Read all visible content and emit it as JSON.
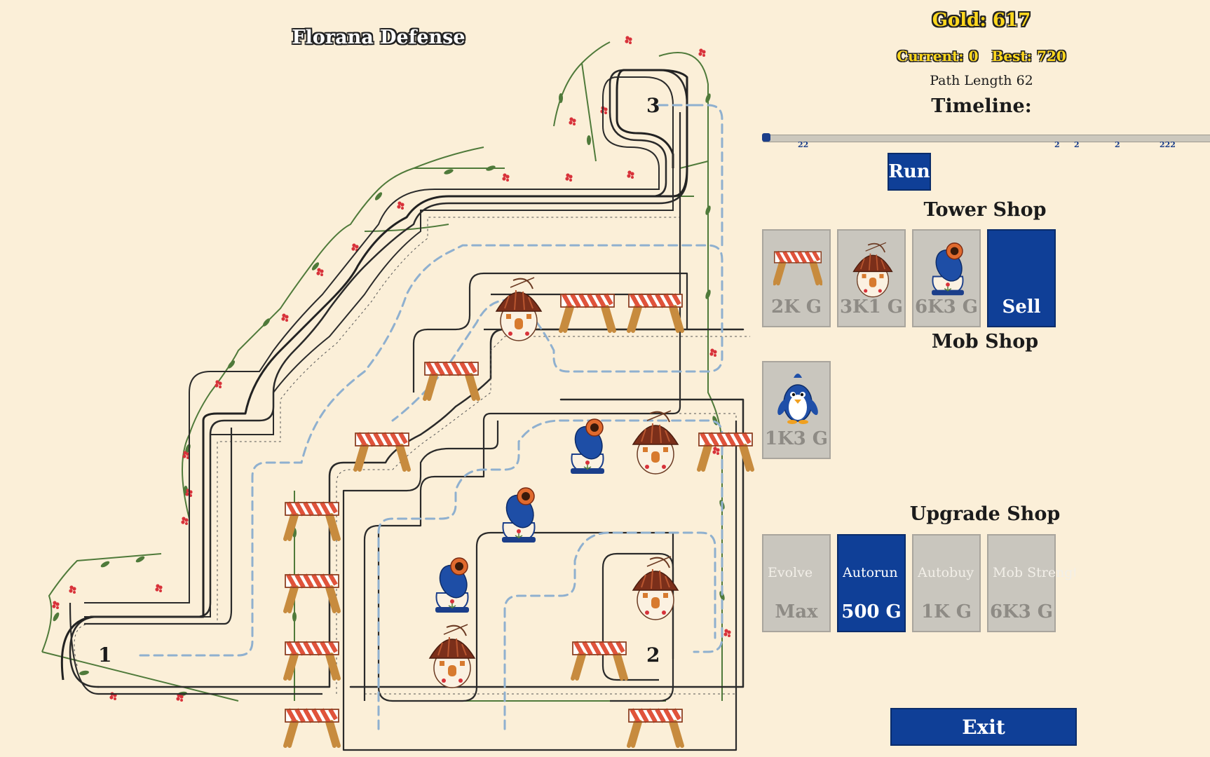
{
  "title": "Florana Defense",
  "hud": {
    "gold": "Gold: 617",
    "current": "Current: 0",
    "best": "Best: 720",
    "path_length": "Path Length 62",
    "timeline_label": "Timeline:",
    "timeline_marks": [
      "22",
      "2",
      "2",
      "2",
      "222"
    ]
  },
  "run_label": "Run",
  "tower_shop": {
    "heading": "Tower Shop",
    "items": [
      {
        "icon": "barricade-icon",
        "price": "2K G"
      },
      {
        "icon": "archer-house-icon",
        "price": "3K1 G"
      },
      {
        "icon": "cannon-tower-icon",
        "price": "6K3 G"
      },
      {
        "icon": "",
        "price": "Sell"
      }
    ]
  },
  "mob_shop": {
    "heading": "Mob Shop",
    "items": [
      {
        "icon": "penguin-icon",
        "price": "1K3 G"
      }
    ]
  },
  "upgrade_shop": {
    "heading": "Upgrade Shop",
    "items": [
      {
        "label": "Evolve",
        "price": "Max"
      },
      {
        "label": "Autorun",
        "price": "500 G"
      },
      {
        "label": "Autobuy",
        "price": "1K G"
      },
      {
        "label": "Mob Strength",
        "price": "6K3 G"
      }
    ]
  },
  "waypoints": [
    "1",
    "2",
    "3"
  ],
  "exit_label": "Exit",
  "colors": {
    "background": "#fbefd8",
    "accent_blue": "#0f3f97",
    "card_grey": "#c9c6be",
    "gold_text": "#ffd81e",
    "path_dash": "#8fb0cf",
    "vine_green": "#4f7a3a",
    "flower_red": "#d8323a"
  }
}
